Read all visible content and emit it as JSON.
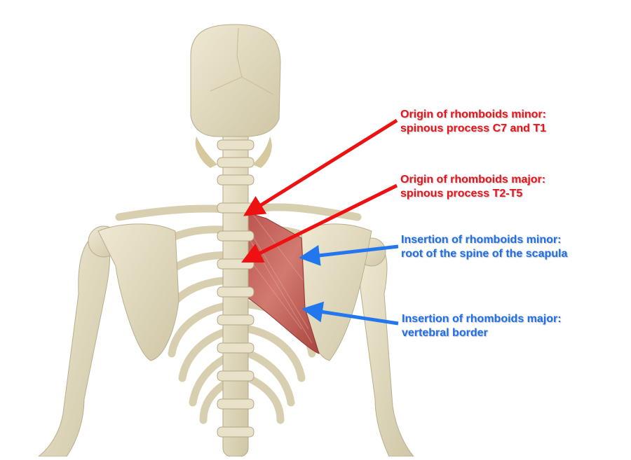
{
  "figure": {
    "subject": "Posterior view of skeleton showing rhomboid muscles",
    "colors": {
      "origin_label": "#e8141c",
      "insertion_label": "#1e6fe8",
      "bone": "#e6dfc6",
      "bone_shadow": "#bfb596",
      "muscle": "#c4665e"
    }
  },
  "labels": [
    {
      "id": "origin-minor",
      "line1": "Origin of rhomboids minor:",
      "line2": "spinous process C7 and T1",
      "color": "red"
    },
    {
      "id": "origin-major",
      "line1": "Origin of rhomboids major:",
      "line2": "spinous process T2-T5",
      "color": "red"
    },
    {
      "id": "insertion-minor",
      "line1": "Insertion of rhomboids minor:",
      "line2": "root of the spine of the scapula",
      "color": "blue"
    },
    {
      "id": "insertion-major",
      "line1": "Insertion of rhomboids major:",
      "line2": "vertebral border",
      "color": "blue"
    }
  ]
}
